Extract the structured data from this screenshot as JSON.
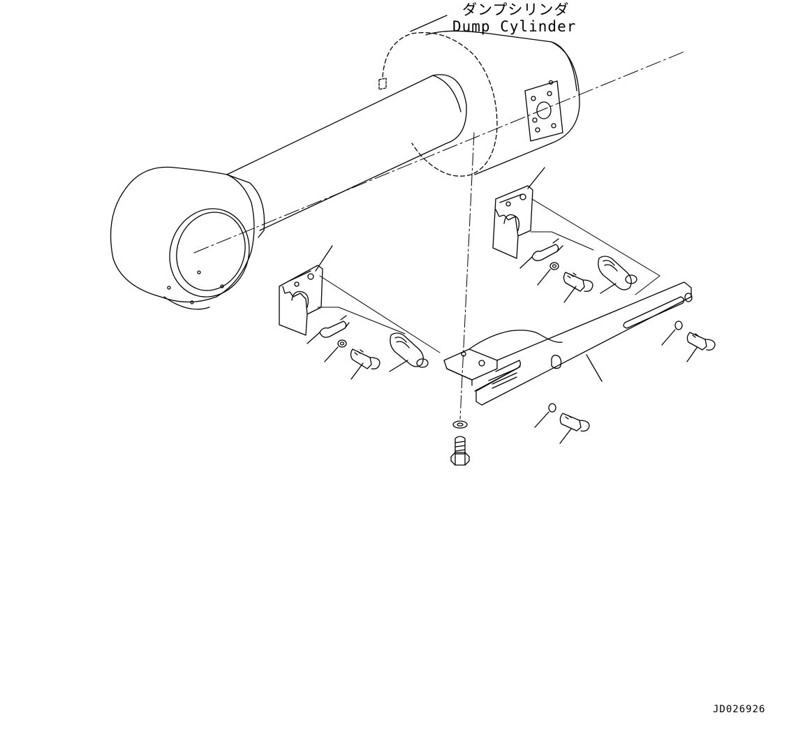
{
  "labels": {
    "component_jp": "ダンプシリンダ",
    "component_en": "Dump Cylinder",
    "drawing_id": "JD026926"
  }
}
